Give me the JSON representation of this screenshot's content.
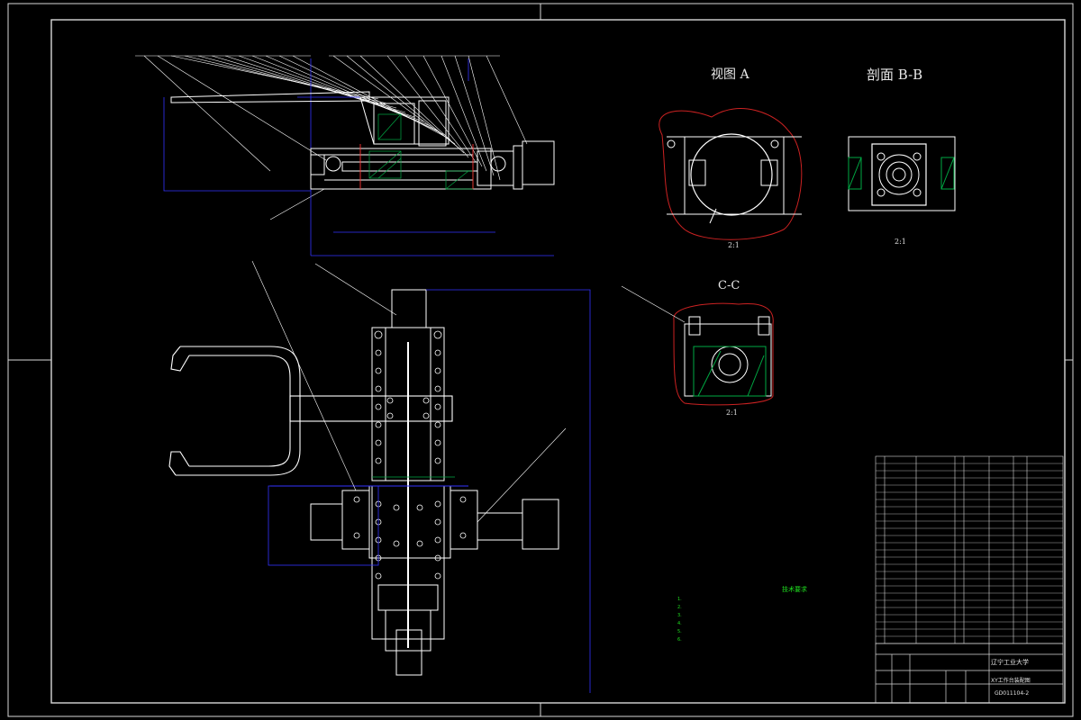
{
  "views": {
    "view_a": "视图 A",
    "section_bb": "剖面 B-B",
    "section_cc": "C-C",
    "scale_a": "2:1",
    "scale_b": "2:1",
    "scale_c": "2:1"
  },
  "notes": {
    "title": "技术要求",
    "lines": [
      "1.",
      "2.",
      "3.",
      "4.",
      "5.",
      "6."
    ]
  },
  "title_block": {
    "school": "辽宁工业大学",
    "drawing_name": "XY工作台装配图",
    "drawing_code": "GD011104-2"
  },
  "colors": {
    "background": "#000000",
    "lines": "#ffffff",
    "dimension": "#3333ff",
    "hatch": "#00aa44",
    "breakline": "#cc2222",
    "notes": "#1fe01f"
  }
}
